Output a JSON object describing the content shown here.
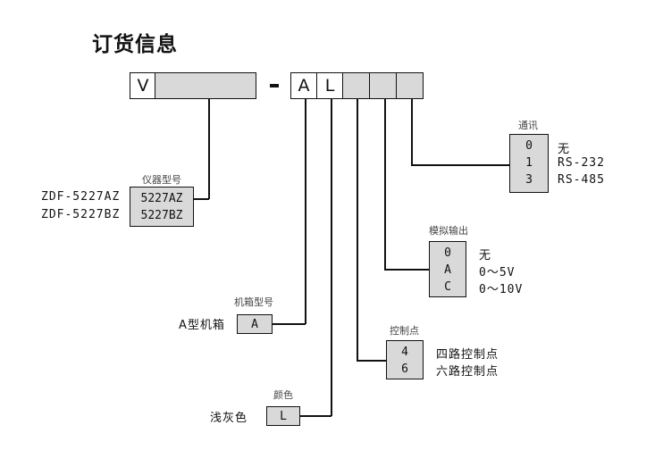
{
  "title": "订货信息",
  "code": {
    "v": "V",
    "dash": "-",
    "a": "A",
    "l": "L"
  },
  "model": {
    "caption": "仪器型号",
    "options": [
      {
        "label": "ZDF-5227AZ",
        "code": "5227AZ"
      },
      {
        "label": "ZDF-5227BZ",
        "code": "5227BZ"
      }
    ]
  },
  "comm": {
    "caption": "通讯",
    "options": [
      {
        "code": "0",
        "label": "无"
      },
      {
        "code": "1",
        "label": "RS-232"
      },
      {
        "code": "3",
        "label": "RS-485"
      }
    ]
  },
  "analog": {
    "caption": "模拟输出",
    "options": [
      {
        "code": "0",
        "label": "无"
      },
      {
        "code": "A",
        "label": "0～5V"
      },
      {
        "code": "C",
        "label": "0～10V"
      }
    ]
  },
  "control": {
    "caption": "控制点",
    "options": [
      {
        "code": "4",
        "label": "四路控制点"
      },
      {
        "code": "6",
        "label": "六路控制点"
      }
    ]
  },
  "chassis": {
    "caption": "机箱型号",
    "label": "A型机箱",
    "code": "A"
  },
  "color": {
    "caption": "颜色",
    "label": "浅灰色",
    "code": "L"
  }
}
